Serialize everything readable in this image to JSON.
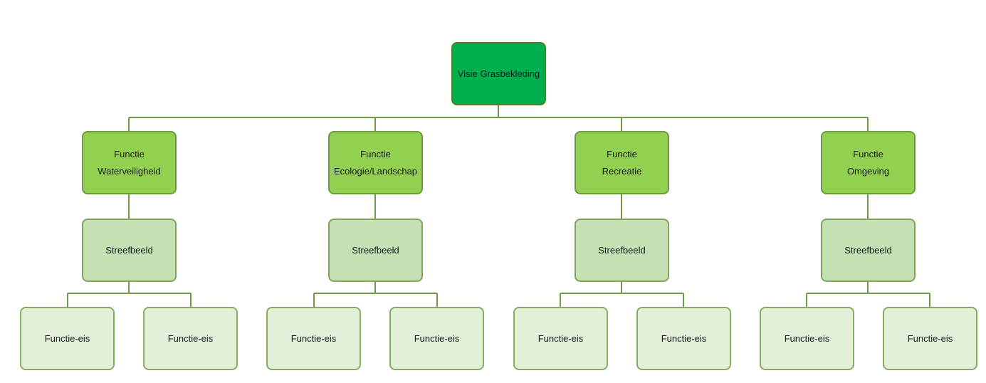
{
  "root": {
    "label": "Visie Grasbekleding"
  },
  "branches": [
    {
      "function_title": "Functie",
      "function_name": "Waterveiligheid",
      "ideal": "Streefbeeld",
      "requirements": [
        "Functie-eis",
        "Functie-eis"
      ]
    },
    {
      "function_title": "Functie",
      "function_name": "Ecologie/Landschap",
      "ideal": "Streefbeeld",
      "requirements": [
        "Functie-eis",
        "Functie-eis"
      ]
    },
    {
      "function_title": "Functie",
      "function_name": "Recreatie",
      "ideal": "Streefbeeld",
      "requirements": [
        "Functie-eis",
        "Functie-eis"
      ]
    },
    {
      "function_title": "Functie",
      "function_name": "Omgeving",
      "ideal": "Streefbeeld",
      "requirements": [
        "Functie-eis",
        "Functie-eis"
      ]
    }
  ],
  "colors": {
    "root_fill": "#00b04f",
    "function_fill": "#92d050",
    "ideal_fill": "#c5e0b3",
    "requirement_fill": "#e2efd9",
    "border": "#6a9b3e",
    "connector": "#6f9a45"
  }
}
